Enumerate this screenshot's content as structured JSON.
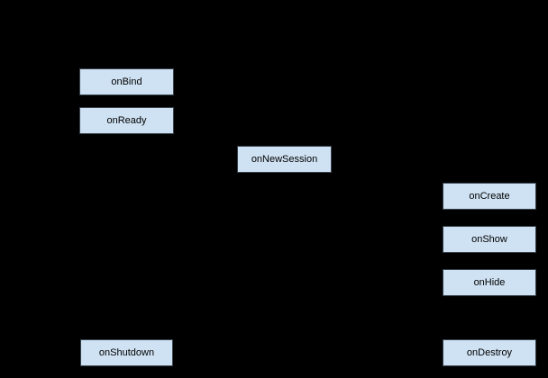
{
  "diagram": {
    "type": "lifecycle-flowchart",
    "colors": {
      "background": "#000000",
      "node_fill": "#cfe2f3",
      "node_border": "#37424d",
      "node_text": "#000000"
    },
    "nodes": [
      {
        "label": "onBind"
      },
      {
        "label": "onReady"
      },
      {
        "label": "onNewSession"
      },
      {
        "label": "onCreate"
      },
      {
        "label": "onShow"
      },
      {
        "label": "onHide"
      },
      {
        "label": "onShutdown"
      },
      {
        "label": "onDestroy"
      }
    ]
  }
}
